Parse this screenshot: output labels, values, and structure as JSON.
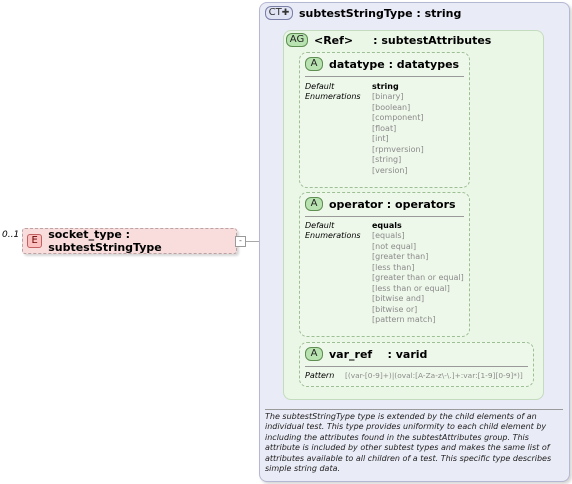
{
  "element": {
    "occurrence": "0..1",
    "badge": "E",
    "label": "socket_type : subtestStringType",
    "expander": "-"
  },
  "complex_type": {
    "badge": "CT",
    "badge_icon": "plus-icon",
    "title": "subtestStringType : string",
    "documentation": "The subtestStringType type is extended by the child elements of an individual test.  This type provides uniformity to each child element by including the attributes found in the subtestAttributes group.  This attribute is included by other subtest types and makes the same list of attributes available to all children of a test.  This specific type describes simple string data."
  },
  "attribute_group": {
    "badge": "AG",
    "ref_label": "<Ref>",
    "name": ": subtestAttributes"
  },
  "attributes": [
    {
      "badge": "A",
      "title": "datatype : datatypes",
      "default_label": "Default",
      "default_value": "string",
      "enum_label": "Enumerations",
      "enumerations": [
        "[binary]",
        "[boolean]",
        "[component]",
        "[float]",
        "[int]",
        "[rpmversion]",
        "[string]",
        "[version]"
      ]
    },
    {
      "badge": "A",
      "title": "operator : operators",
      "default_label": "Default",
      "default_value": "equals",
      "enum_label": "Enumerations",
      "enumerations": [
        "[equals]",
        "[not equal]",
        "[greater than]",
        "[less than]",
        "[greater than or equal]",
        "[less than or equal]",
        "[bitwise and]",
        "[bitwise or]",
        "[pattern match]"
      ]
    },
    {
      "badge": "A",
      "title": "var_ref    : varid",
      "pattern_label": "Pattern",
      "pattern_value": "[(var-[0-9]+)|(oval:[A-Za-z\\-\\.]+:var:[1-9][0-9]*)]"
    }
  ]
}
